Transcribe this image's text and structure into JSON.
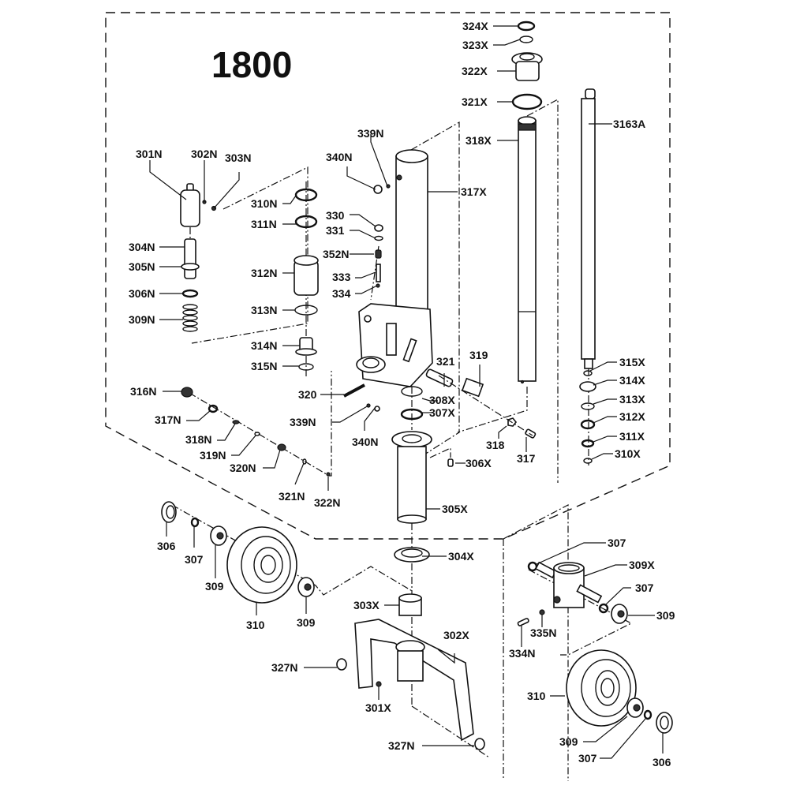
{
  "title": "1800",
  "labels": {
    "l301N": "301N",
    "l302N": "302N",
    "l303N": "303N",
    "l304N": "304N",
    "l305N": "305N",
    "l306N": "306N",
    "l309N": "309N",
    "l310N": "310N",
    "l311N": "311N",
    "l312N": "312N",
    "l313N": "313N",
    "l314N": "314N",
    "l315N": "315N",
    "l316N": "316N",
    "l317N": "317N",
    "l318N": "318N",
    "l319N": "319N",
    "l320N": "320N",
    "l321N": "321N",
    "l322N": "322N",
    "l339N_top": "339N",
    "l340N_top": "340N",
    "l330": "330",
    "l331": "331",
    "l352N": "352N",
    "l333": "333",
    "l334": "334",
    "l317X": "317X",
    "l320": "320",
    "l339N_mid": "339N",
    "l340N_mid": "340N",
    "l321": "321",
    "l319": "319",
    "l308X": "308X",
    "l307X": "307X",
    "l306X": "306X",
    "l318": "318",
    "l317": "317",
    "l305X": "305X",
    "l324X": "324X",
    "l323X": "323X",
    "l322X": "322X",
    "l321X": "321X",
    "l318X": "318X",
    "l3163A": "3163A",
    "l315X": "315X",
    "l314X": "314X",
    "l313X": "313X",
    "l312X": "312X",
    "l311X": "311X",
    "l310X": "310X",
    "l306_left": "306",
    "l307_left": "307",
    "l309_left": "309",
    "l310_left": "310",
    "l309_left2": "309",
    "l304X": "304X",
    "l303X": "303X",
    "l302X": "302X",
    "l301X": "301X",
    "l327N_top": "327N",
    "l327N_bot": "327N",
    "l307_right1": "307",
    "l309X": "309X",
    "l307_right2": "307",
    "l309_right1": "309",
    "l335N": "335N",
    "l334N": "334N",
    "l310_right": "310",
    "l309_right2": "309",
    "l307_right3": "307",
    "l306_right": "306"
  }
}
